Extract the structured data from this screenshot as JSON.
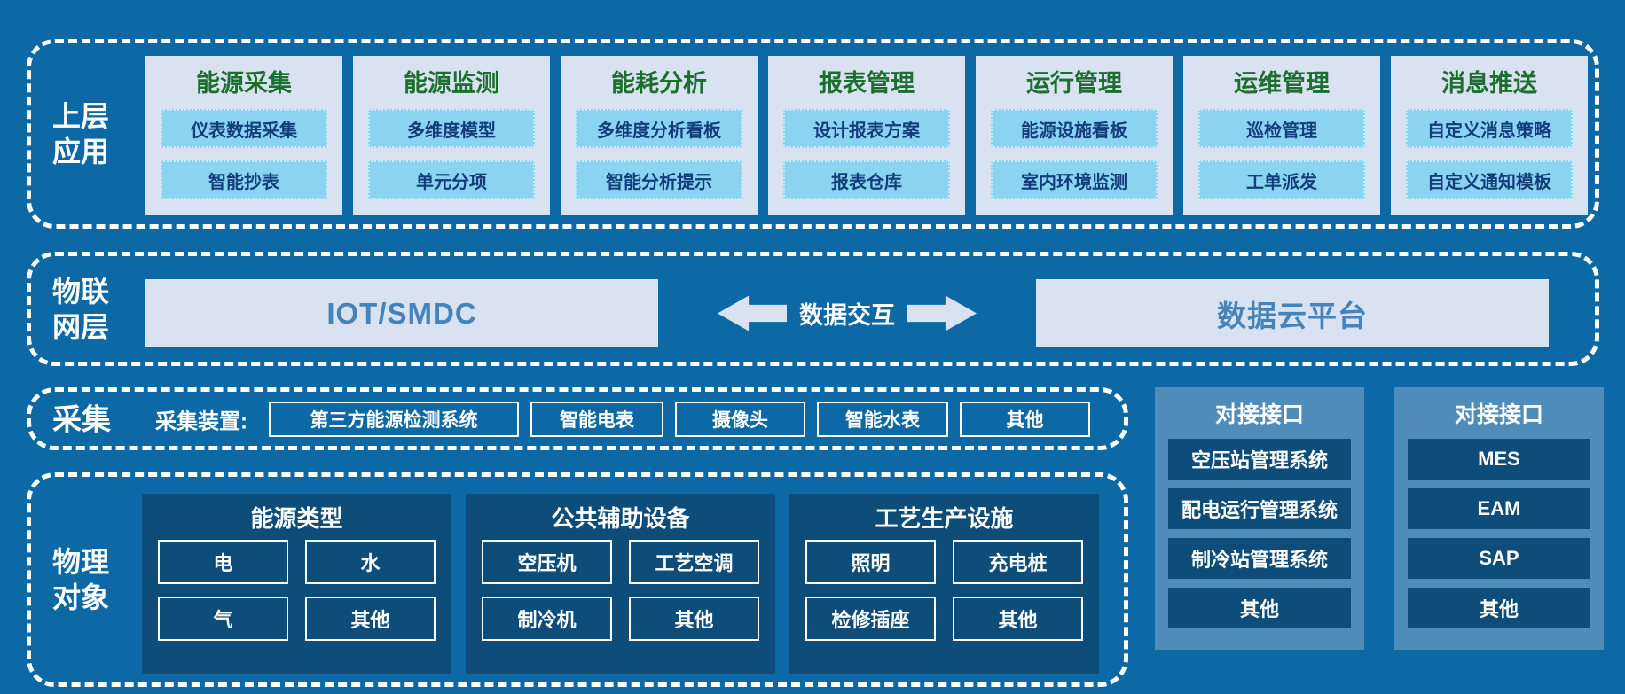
{
  "colors": {
    "background": "#0d68a6",
    "panel_light": "#d9e2f1",
    "button_blue": "#8ad4f2",
    "button_text": "#133d7a",
    "title_green": "#1c6f2e",
    "box_text_steel": "#4484ba",
    "dark_box": "#0e4d79",
    "interface_column": "#4f8cb9",
    "border_white": "#ffffff"
  },
  "layers": {
    "upper": {
      "label_line1": "上层",
      "label_line2": "应用",
      "columns": [
        {
          "title": "能源采集",
          "items": [
            "仪表数据采集",
            "智能抄表"
          ]
        },
        {
          "title": "能源监测",
          "items": [
            "多维度模型",
            "单元分项"
          ]
        },
        {
          "title": "能耗分析",
          "items": [
            "多维度分析看板",
            "智能分析提示"
          ]
        },
        {
          "title": "报表管理",
          "items": [
            "设计报表方案",
            "报表仓库"
          ]
        },
        {
          "title": "运行管理",
          "items": [
            "能源设施看板",
            "室内环境监测"
          ]
        },
        {
          "title": "运维管理",
          "items": [
            "巡检管理",
            "工单派发"
          ]
        },
        {
          "title": "消息推送",
          "items": [
            "自定义消息策略",
            "自定义通知模板"
          ]
        }
      ]
    },
    "iot": {
      "label_line1": "物联",
      "label_line2": "网层",
      "left_box": "IOT/SMDC",
      "exchange_label": "数据交互",
      "right_box": "数据云平台"
    },
    "collect": {
      "label": "采集",
      "device_label": "采集装置:",
      "devices": [
        "第三方能源检测系统",
        "智能电表",
        "摄像头",
        "智能水表",
        "其他"
      ]
    },
    "physical": {
      "label_line1": "物理",
      "label_line2": "对象",
      "groups": [
        {
          "title": "能源类型",
          "items": [
            "电",
            "水",
            "气",
            "其他"
          ]
        },
        {
          "title": "公共辅助设备",
          "items": [
            "空压机",
            "工艺空调",
            "制冷机",
            "其他"
          ]
        },
        {
          "title": "工艺生产设施",
          "items": [
            "照明",
            "充电桩",
            "检修插座",
            "其他"
          ]
        }
      ]
    }
  },
  "interfaces": [
    {
      "title": "对接接口",
      "items": [
        "空压站管理系统",
        "配电运行管理系统",
        "制冷站管理系统",
        "其他"
      ]
    },
    {
      "title": "对接接口",
      "items": [
        "MES",
        "EAM",
        "SAP",
        "其他"
      ]
    }
  ]
}
